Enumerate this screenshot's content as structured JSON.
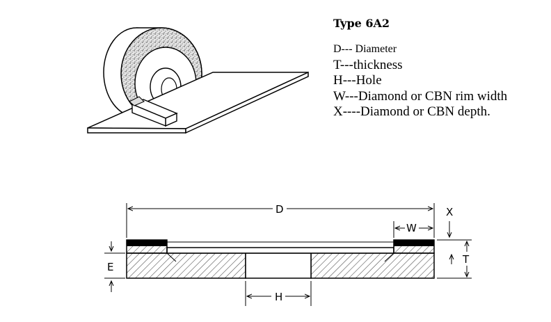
{
  "legend": {
    "title": "Type 6A2",
    "entries": [
      "D--- Diameter",
      "T---thickness",
      "H---Hole",
      "W---Diamond or CBN rim width",
      "X----Diamond or CBN depth."
    ]
  },
  "dimensions": {
    "D": "D",
    "W": "W",
    "X": "X",
    "T": "T",
    "E": "E",
    "H": "H"
  }
}
